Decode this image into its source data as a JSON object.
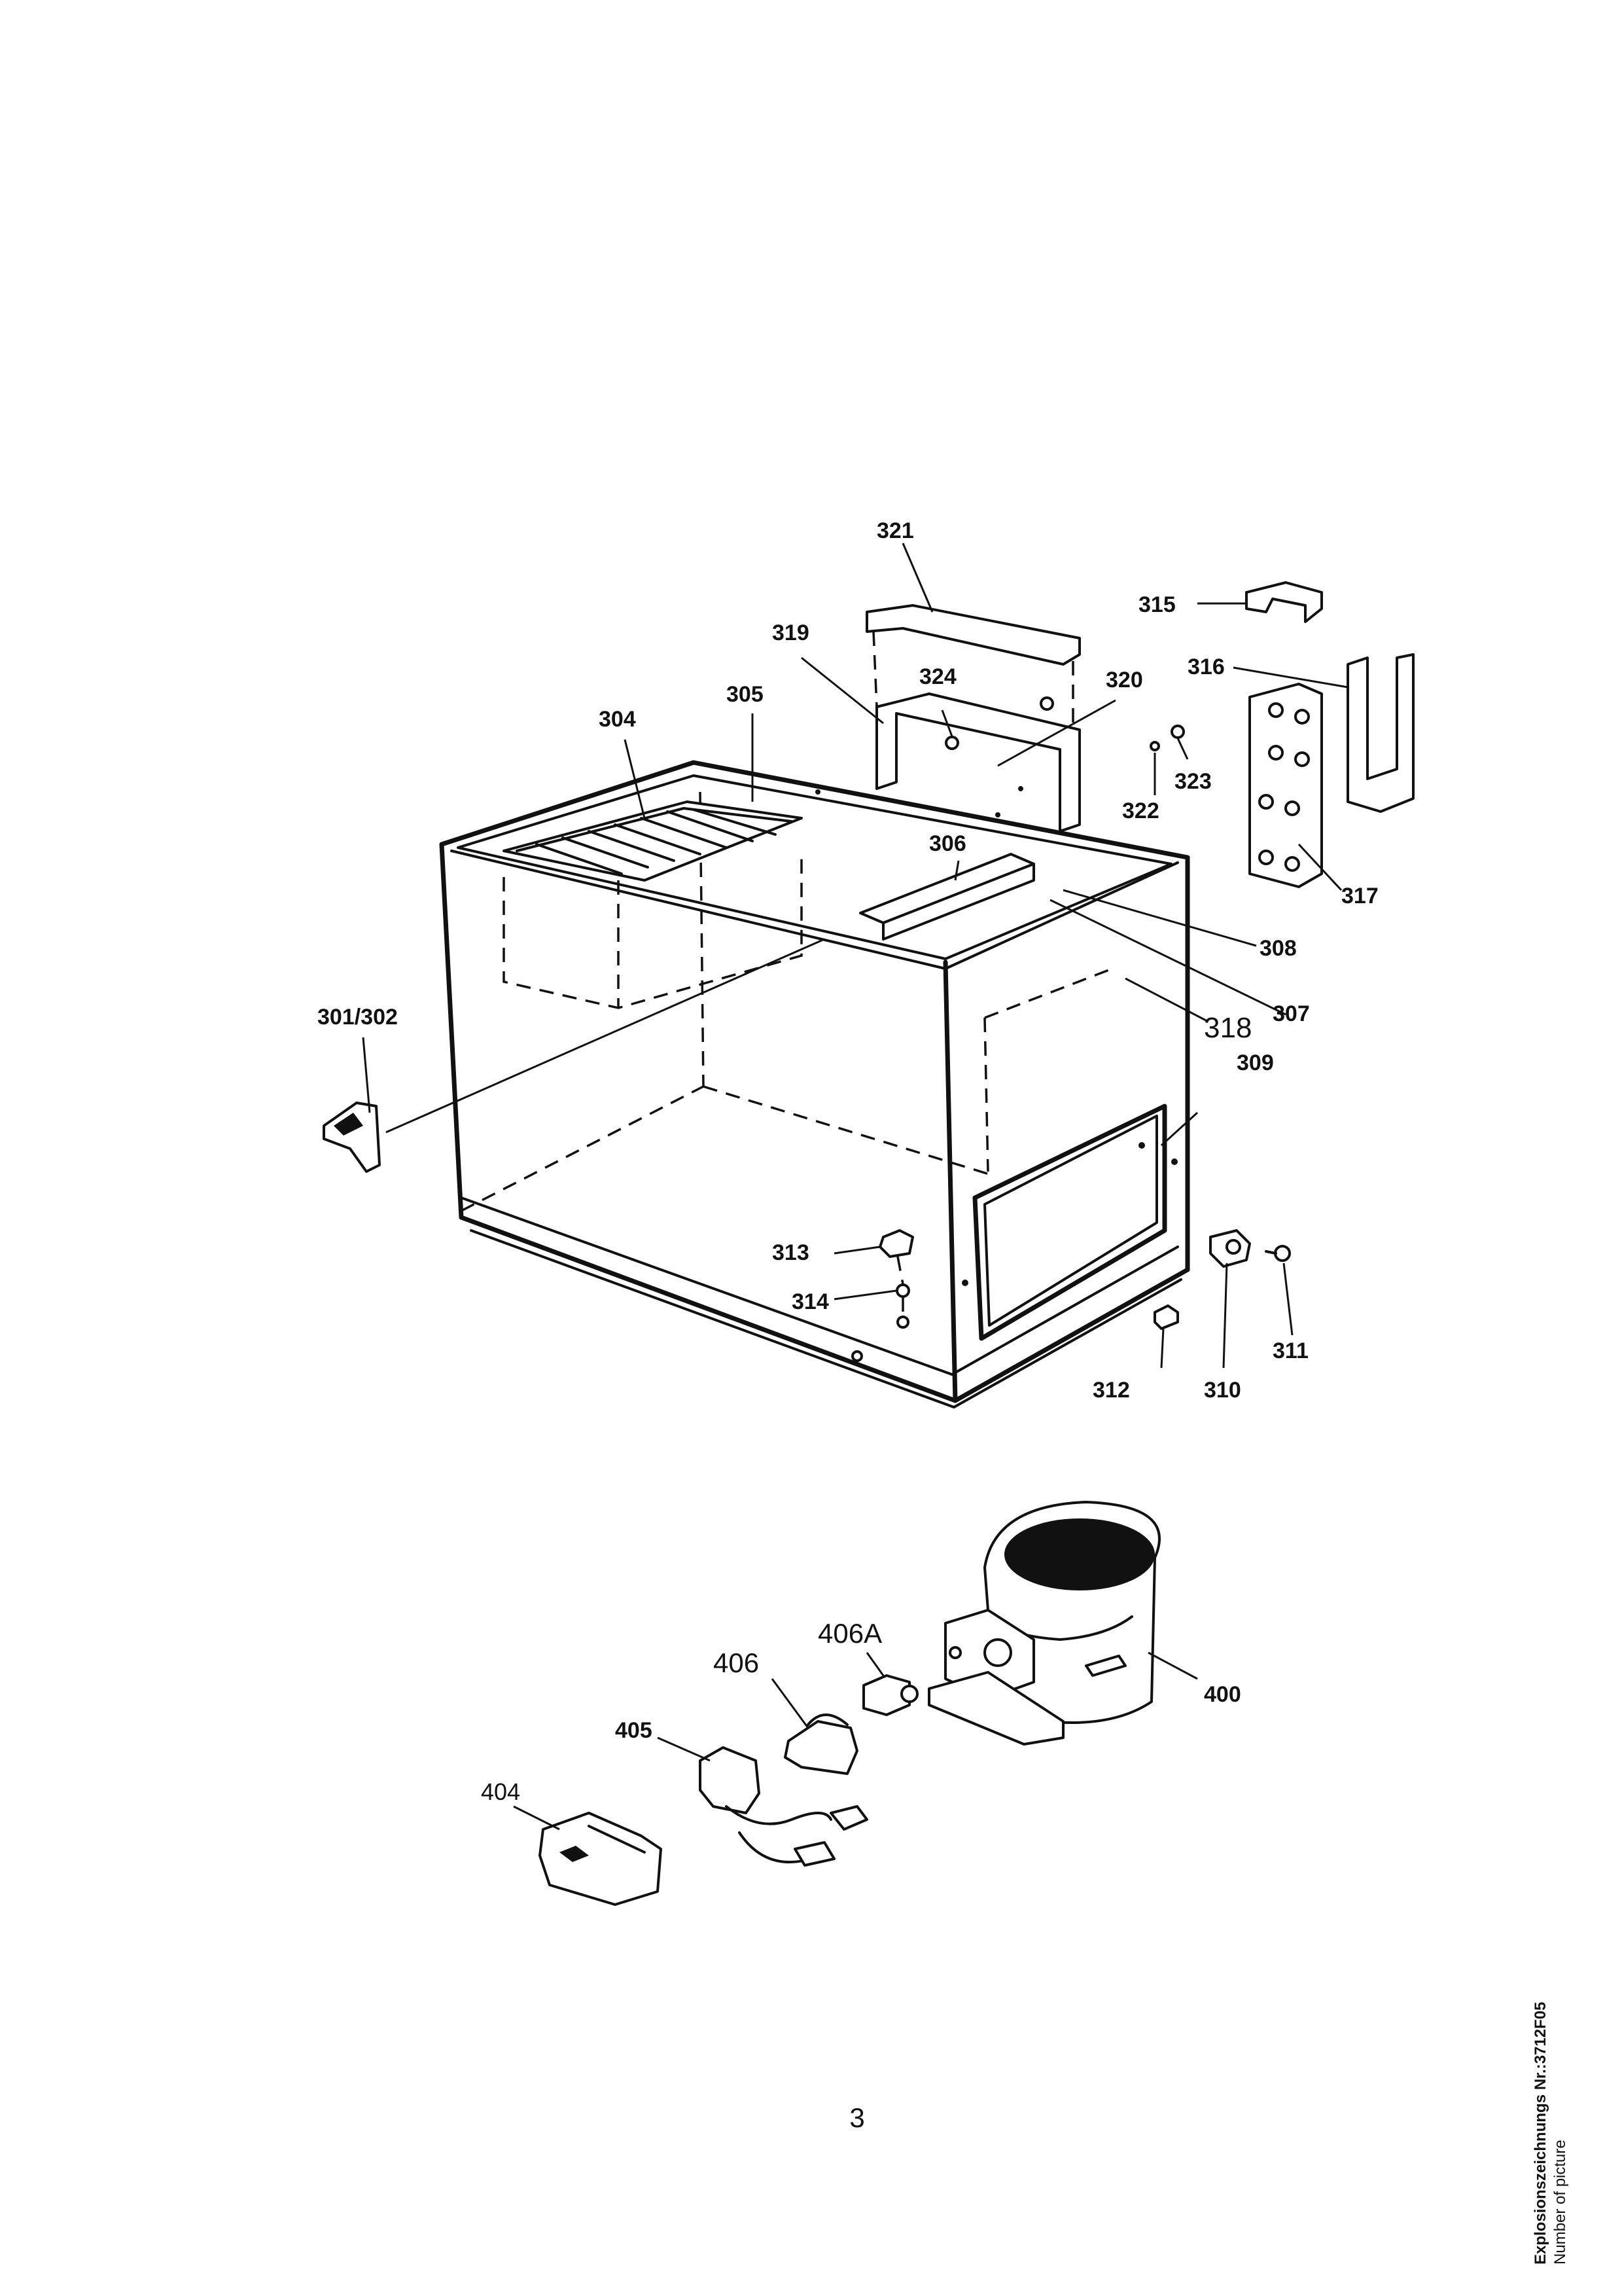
{
  "callouts": {
    "c321": "321",
    "c315": "315",
    "c319": "319",
    "c324": "324",
    "c320": "320",
    "c316": "316",
    "c305": "305",
    "c304": "304",
    "c323": "323",
    "c322": "322",
    "c306": "306",
    "c317": "317",
    "c308": "308",
    "c301_302": "301/302",
    "c318": "318",
    "c307": "307",
    "c309": "309",
    "c313": "313",
    "c314": "314",
    "c311": "311",
    "c312": "312",
    "c310": "310",
    "c406a": "406A",
    "c406": "406",
    "c400": "400",
    "c405": "405",
    "c404": "404"
  },
  "page_number": "3",
  "caption": {
    "line1": "Explosionszeichnungs Nr.:3712F05",
    "line2": "Number of picture"
  }
}
